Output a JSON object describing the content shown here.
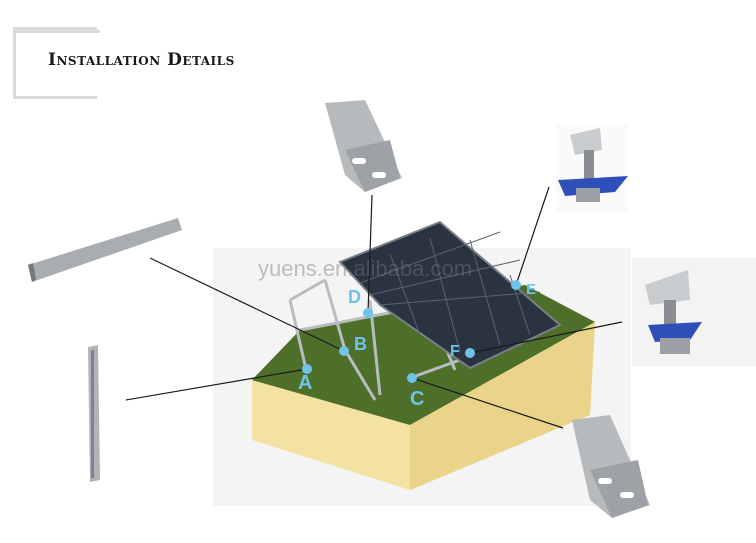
{
  "title": "Installation Details",
  "watermark": "yuens.en.alibaba.com",
  "labels": {
    "a": "A",
    "b": "B",
    "c": "C",
    "d": "D",
    "e": "E",
    "f": "F"
  },
  "colors": {
    "label": "#6fc3e8",
    "ground": "#f3e2a1",
    "grass": "#4e6f2a",
    "panel": "#2a3440",
    "rail": "#b9bcc0"
  }
}
